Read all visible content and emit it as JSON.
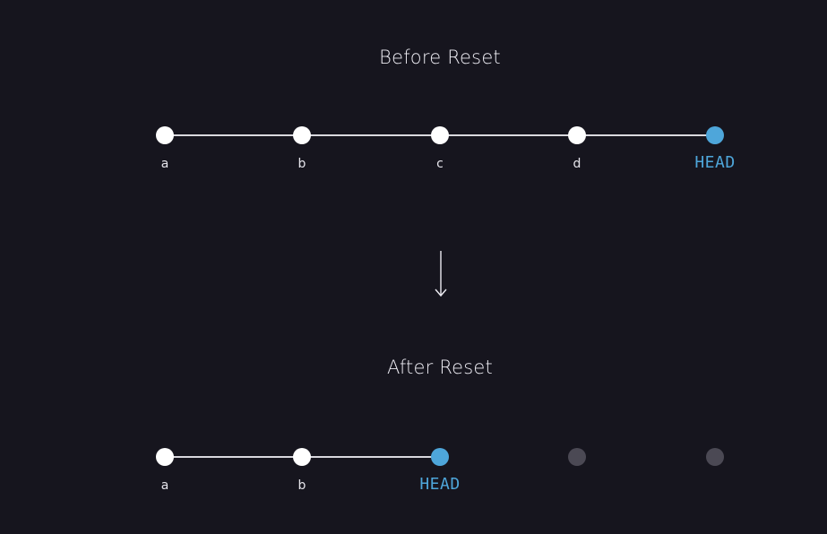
{
  "before": {
    "title": "Before Reset",
    "commits": [
      {
        "label": "a",
        "state": "normal"
      },
      {
        "label": "b",
        "state": "normal"
      },
      {
        "label": "c",
        "state": "normal"
      },
      {
        "label": "d",
        "state": "normal"
      },
      {
        "label": "HEAD",
        "state": "head"
      }
    ]
  },
  "after": {
    "title": "After Reset",
    "commits": [
      {
        "label": "a",
        "state": "normal"
      },
      {
        "label": "b",
        "state": "normal"
      },
      {
        "label": "HEAD",
        "state": "head"
      },
      {
        "label": "",
        "state": "faded"
      },
      {
        "label": "",
        "state": "faded"
      }
    ]
  },
  "colors": {
    "background": "#16151e",
    "commit": "#ffffff",
    "head": "#4ea6da",
    "faded": "#4b4954",
    "line": "#d9d8de"
  },
  "icons": {
    "transition": "arrow-down-icon"
  }
}
